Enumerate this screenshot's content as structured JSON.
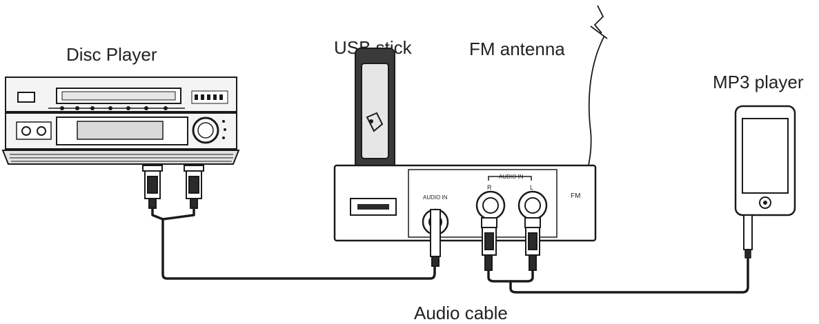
{
  "labels": {
    "disc_player": "Disc Player",
    "usb_stick": "USB stick",
    "fm_antenna": "FM antenna",
    "mp3_player": "MP3 player",
    "audio_cable": "Audio cable"
  },
  "panel": {
    "audio_in_3_5": "AUDIO IN",
    "audio_in_rca": "AUDIO IN",
    "right": "R",
    "left": "L",
    "fm": "FM"
  },
  "colors": {
    "line": "#1a1a1a",
    "device_gray": "#bdbdbd",
    "dark": "#2a2a2a",
    "usb_dark": "#3a3a3a",
    "usb_light": "#e6e6e6"
  }
}
